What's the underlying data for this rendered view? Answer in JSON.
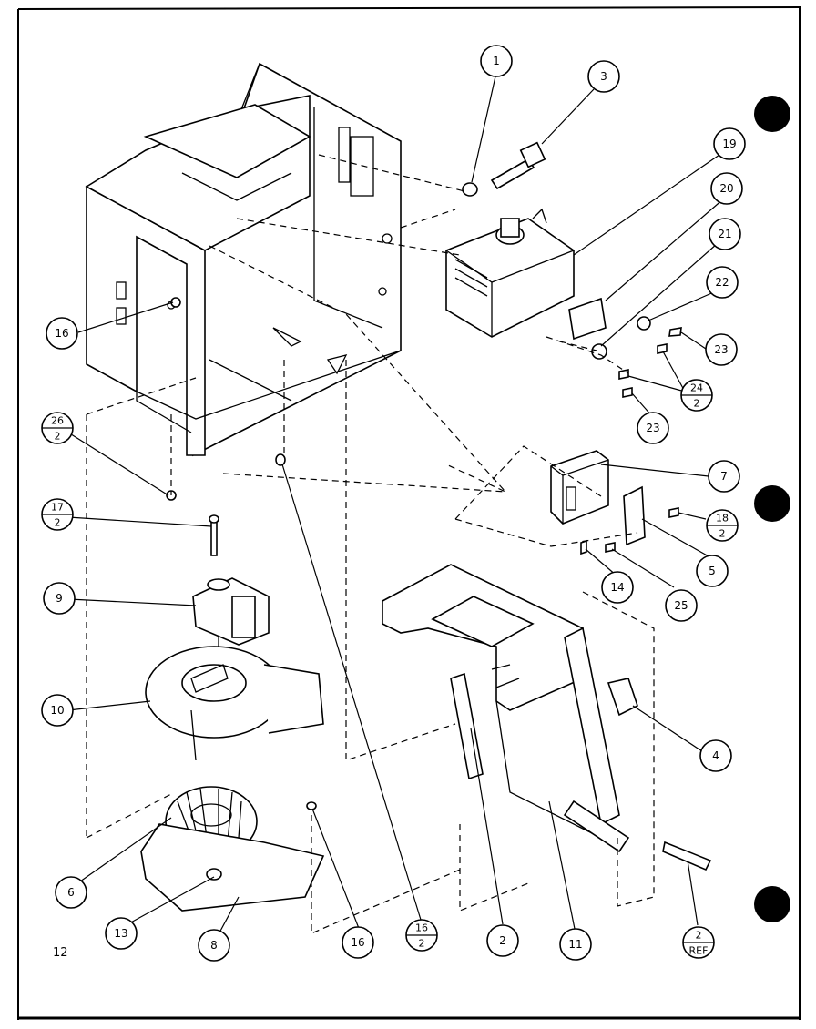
{
  "page_number": "12",
  "callouts": [
    {
      "id": "c1",
      "label": "1"
    },
    {
      "id": "c3",
      "label": "3"
    },
    {
      "id": "c19",
      "label": "19"
    },
    {
      "id": "c20",
      "label": "20"
    },
    {
      "id": "c21",
      "label": "21"
    },
    {
      "id": "c22",
      "label": "22"
    },
    {
      "id": "c23a",
      "label": "23"
    },
    {
      "id": "c23b",
      "label": "23"
    },
    {
      "id": "c24",
      "label": "24",
      "sub": "2"
    },
    {
      "id": "c16a",
      "label": "16"
    },
    {
      "id": "c26",
      "label": "26",
      "sub": "2"
    },
    {
      "id": "c17",
      "label": "17",
      "sub": "2"
    },
    {
      "id": "c9",
      "label": "9"
    },
    {
      "id": "c10",
      "label": "10"
    },
    {
      "id": "c6",
      "label": "6"
    },
    {
      "id": "c13",
      "label": "13"
    },
    {
      "id": "c8",
      "label": "8"
    },
    {
      "id": "c16b",
      "label": "16"
    },
    {
      "id": "c16c",
      "label": "16",
      "sub": "2"
    },
    {
      "id": "c2a",
      "label": "2"
    },
    {
      "id": "c11",
      "label": "11"
    },
    {
      "id": "c2b",
      "label": "2",
      "sub": "REF"
    },
    {
      "id": "c4",
      "label": "4"
    },
    {
      "id": "c7",
      "label": "7"
    },
    {
      "id": "c18",
      "label": "18",
      "sub": "2"
    },
    {
      "id": "c5",
      "label": "5"
    },
    {
      "id": "c14",
      "label": "14"
    },
    {
      "id": "c25",
      "label": "25"
    }
  ]
}
